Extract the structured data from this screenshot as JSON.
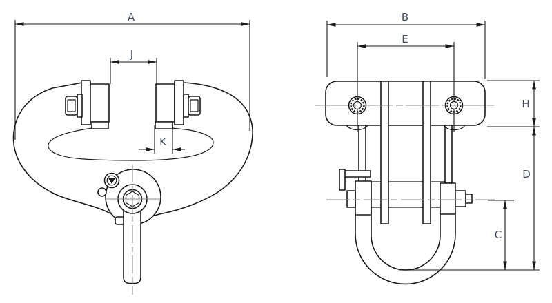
{
  "drawing": {
    "background": "#ffffff",
    "line_color": "#1a1a1a",
    "centerline_color": "#8f8f8f",
    "label_color": "#414d5e",
    "views": {
      "front": {
        "dims": {
          "A": "A",
          "J": "J",
          "K": "K"
        }
      },
      "side": {
        "dims": {
          "B": "B",
          "E": "E",
          "H": "H",
          "D": "D",
          "C": "C"
        }
      }
    }
  }
}
